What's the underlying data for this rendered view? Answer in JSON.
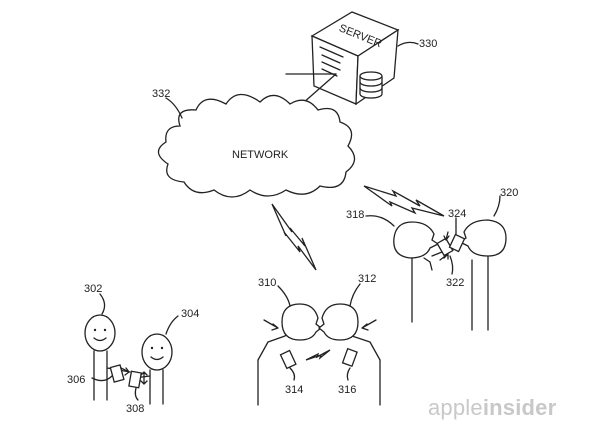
{
  "figure": {
    "server_label": "SERVER",
    "network_label": "NETWORK",
    "references": {
      "server": "330",
      "network": "332",
      "person_a_pair1": "302",
      "person_b_pair1": "304",
      "device_a_pair1": "306",
      "device_b_pair1": "308",
      "person_a_pair2": "310",
      "person_b_pair2": "312",
      "device_a_pair2": "314",
      "device_b_pair2": "316",
      "person_a_pair3": "318",
      "person_b_pair3": "320",
      "device_a_pair3": "322",
      "device_b_pair3": "324"
    }
  },
  "watermark": {
    "part1": "apple",
    "part2": "insider"
  }
}
